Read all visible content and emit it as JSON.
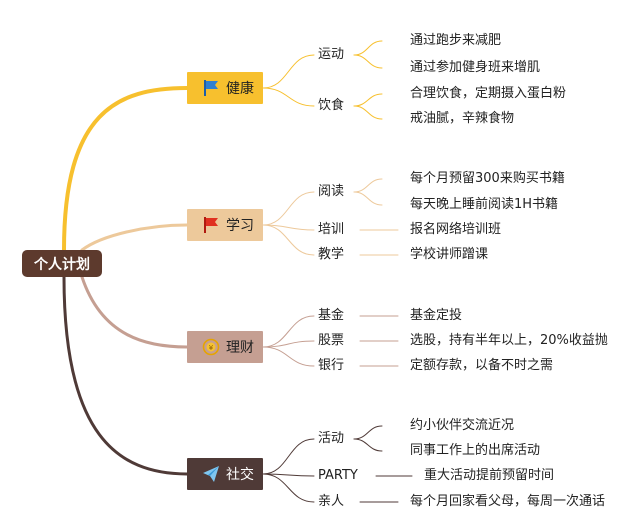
{
  "root": {
    "label": "个人计划",
    "color": "#5d3a2d"
  },
  "branches": [
    {
      "id": "health",
      "label": "健康",
      "icon": "blue-flag-icon",
      "color": "#f7c02e",
      "text_color": "#222222",
      "children": [
        {
          "label": "运动",
          "leaves": [
            {
              "text": "通过跑步来减肥"
            },
            {
              "text": "通过参加健身班来增肌"
            }
          ]
        },
        {
          "label": "饮食",
          "leaves": [
            {
              "text": "合理饮食，定期摄入蛋白粉"
            },
            {
              "text": "戒油腻，辛辣食物"
            }
          ]
        }
      ]
    },
    {
      "id": "study",
      "label": "学习",
      "icon": "red-flag-icon",
      "color": "#edc99b",
      "text_color": "#222222",
      "children": [
        {
          "label": "阅读",
          "leaves": [
            {
              "text": "每个月预留300来购买书籍"
            },
            {
              "text": "每天晚上睡前阅读1H书籍"
            }
          ]
        },
        {
          "label": "培训",
          "leaves": [
            {
              "text": "报名网络培训班"
            }
          ]
        },
        {
          "label": "教学",
          "leaves": [
            {
              "text": "学校讲师蹭课"
            }
          ]
        }
      ]
    },
    {
      "id": "finance",
      "label": "理财",
      "icon": "coin-icon",
      "color": "#c59f92",
      "text_color": "#222222",
      "children": [
        {
          "label": "基金",
          "leaves": [
            {
              "text": "基金定投"
            }
          ]
        },
        {
          "label": "股票",
          "leaves": [
            {
              "text": "选股，持有半年以上，20%收益抛"
            }
          ]
        },
        {
          "label": "银行",
          "leaves": [
            {
              "text": "定额存款，以备不时之需"
            }
          ]
        }
      ]
    },
    {
      "id": "social",
      "label": "社交",
      "icon": "paper-plane-icon",
      "color": "#4f3a37",
      "text_color": "#ffffff",
      "children": [
        {
          "label": "活动",
          "leaves": [
            {
              "text": "约小伙伴交流近况"
            },
            {
              "text": "同事工作上的出席活动"
            }
          ]
        },
        {
          "label": "PARTY",
          "leaves": [
            {
              "text": "重大活动提前预留时间"
            }
          ]
        },
        {
          "label": "亲人",
          "leaves": [
            {
              "text": "每个月回家看父母，每周一次通话"
            }
          ]
        }
      ]
    }
  ]
}
